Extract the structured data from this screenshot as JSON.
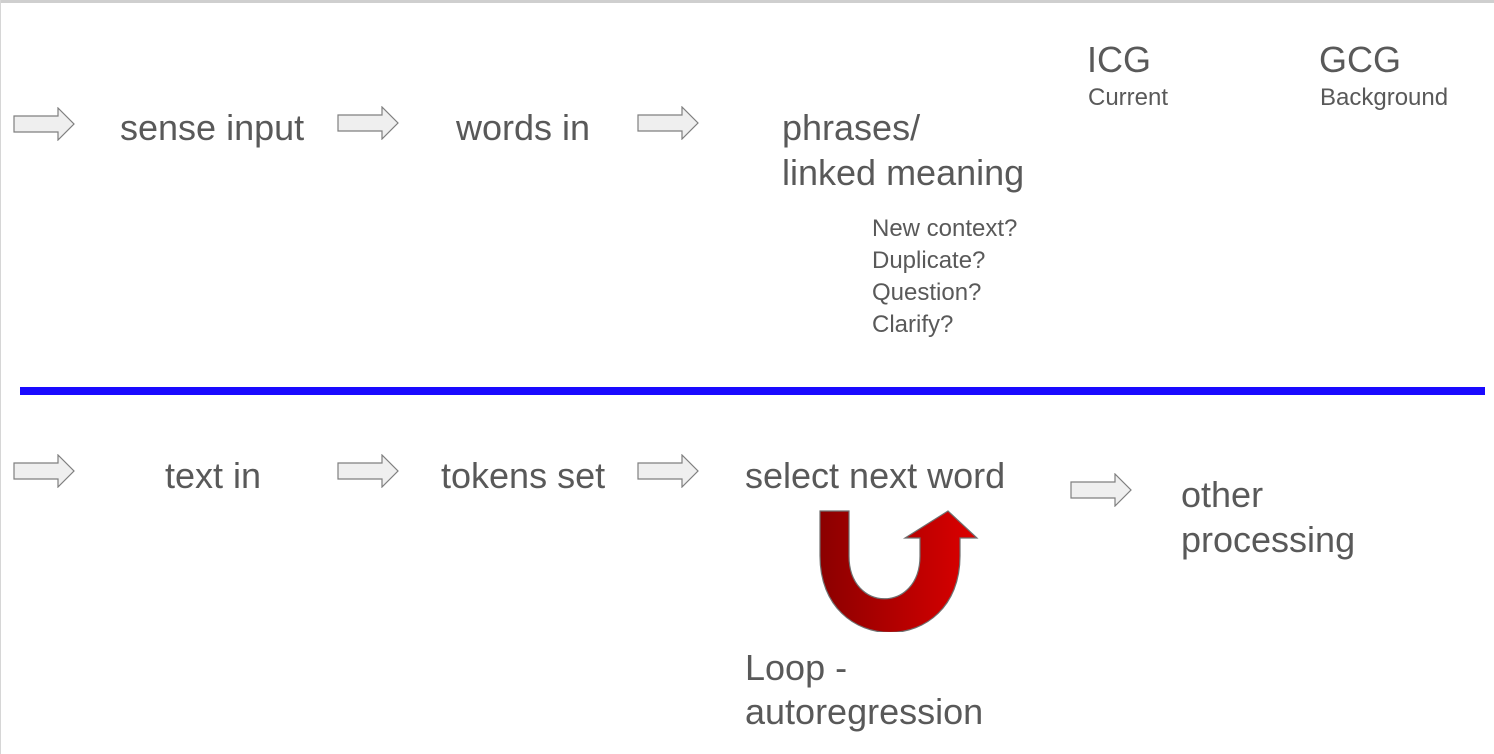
{
  "colors": {
    "text": "#595959",
    "divider": "#1a0aff",
    "arrow_fill": "#efefef",
    "arrow_stroke": "#7f7f7f",
    "loop_dark": "#8b0000",
    "loop_bright": "#dd0000"
  },
  "top_row": {
    "sense_input": "sense input",
    "words_in": "words in",
    "phrases_line1": "phrases/",
    "phrases_line2": "linked meaning",
    "questions": [
      "New context?",
      "Duplicate?",
      "Question?",
      "Clarify?"
    ],
    "icg": {
      "title": "ICG",
      "subtitle": "Current"
    },
    "gcg": {
      "title": "GCG",
      "subtitle": "Background"
    }
  },
  "bottom_row": {
    "text_in": "text in",
    "tokens_set": "tokens set",
    "select_next_word": "select next word",
    "other_line1": "other",
    "other_line2": "processing",
    "loop_line1": "Loop -",
    "loop_line2": "autoregression"
  },
  "icons": {
    "flow_arrow": "right-arrow-icon",
    "loop_arrow": "u-turn-arrow-icon"
  }
}
